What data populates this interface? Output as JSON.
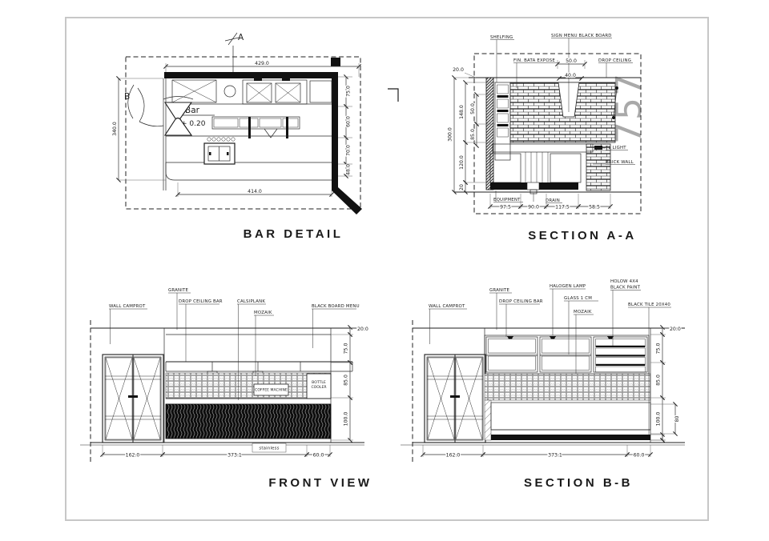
{
  "titles": {
    "bar_detail": "BAR DETAIL",
    "section_aa": "SECTION A-A",
    "front_view": "FRONT VIEW",
    "section_bb": "SECTION B-B"
  },
  "bar_detail": {
    "marker_a": "A",
    "marker_b": "B",
    "bar": "Bar",
    "level": "+ 0.20",
    "dim_top": "429.0",
    "dim_bottom": "414.0",
    "dim_left": "340.0",
    "dims_right": [
      "75.0",
      "60.0",
      "70.0",
      "48.0"
    ]
  },
  "section_aa": {
    "watermark": "757",
    "labels": {
      "shelfing": "SHELFING",
      "sign_menu": "SIGN MENU BLACK BOARD",
      "fin_bata": "FIN. BATA EXPOSE",
      "drop_ceiling": "DROP CEILING",
      "tl_light": "TL LIGHT",
      "brick_wall": "BRICK WALL",
      "equipment": "EQUIPMENT",
      "drain": "DRAIN"
    },
    "dims": {
      "ceiling_gap": "20.0",
      "board_w": "50.0",
      "board_d": "40.0",
      "total_h": "300.0",
      "upper": "148.0",
      "shelf": "50.0",
      "mid": "85.0",
      "lower": "120.0",
      "base": "20",
      "b1": "97.5",
      "b2": "90.0",
      "b3": "117.5",
      "b4": "58.5"
    }
  },
  "front_view": {
    "labels": {
      "wall": "WALL CAMPROT",
      "granite": "GRANITE",
      "drop_ceiling": "DROP CEILING BAR",
      "calsiplank": "CALSIPLANK",
      "mozaik": "MOZAIK",
      "blackboard": "BLACK BOARD MENU",
      "coffee": "COFFEE MACHINE",
      "bottle1": "BOTTLE",
      "bottle2": "COOLER",
      "stainless": "stainless"
    },
    "dims": {
      "gap": "20.0",
      "upper": "75.0",
      "mid": "85.0",
      "lower": "100.0",
      "b1": "162.0",
      "b2": "373.1",
      "b3": "60.0"
    }
  },
  "section_bb": {
    "labels": {
      "wall": "WALL CAMPROT",
      "granite": "GRANITE",
      "drop_ceiling": "DROP CEILING BAR",
      "halogen": "HALOGEN LAMP",
      "glass": "GLASS 1 CM",
      "mozaik": "MOZAIK",
      "holow1": "HOLOW 4X4",
      "holow2": "BLACK PAINT",
      "black_tile": "BLACK TILE 20X40"
    },
    "dims": {
      "gap": "20.0",
      "upper": "75.0",
      "mid": "85.0",
      "lower": "100.0",
      "inner": "80",
      "b1": "162.0",
      "b2": "373.1",
      "b3": "60.0"
    }
  }
}
